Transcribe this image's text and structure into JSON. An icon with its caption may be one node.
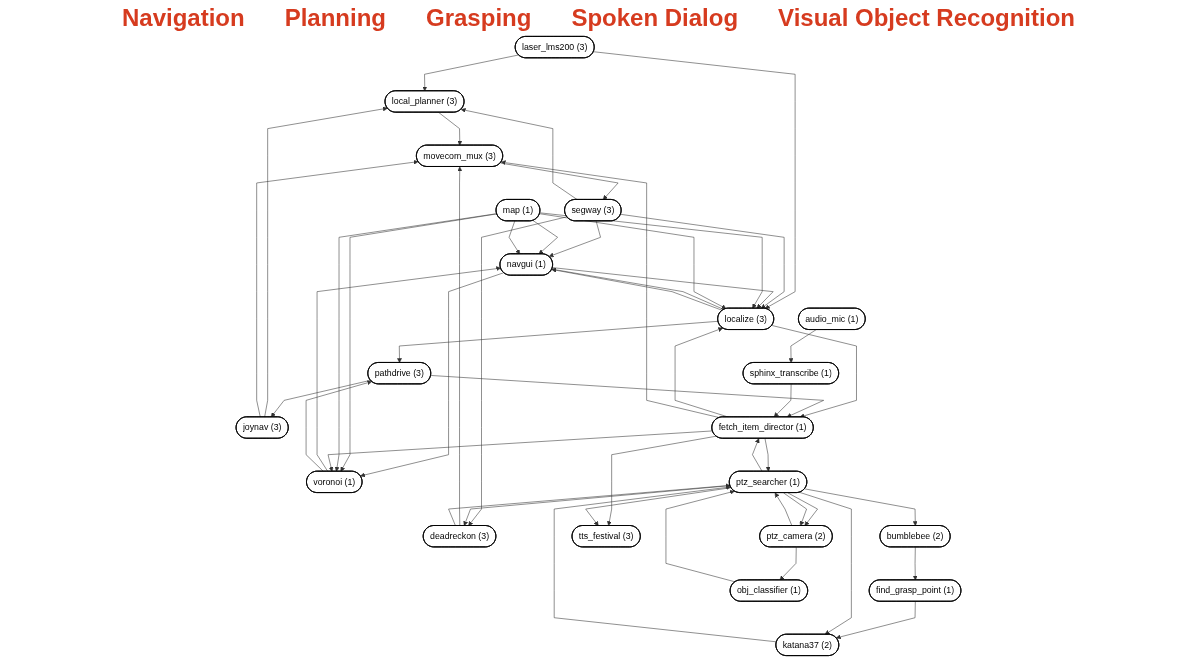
{
  "diagram": {
    "nodes": [
      {
        "text": [
          "laser_lms200 (3)"
        ]
      },
      {
        "text": [
          "local_planner (3)"
        ]
      },
      {
        "text": [
          "joynav (3)"
        ]
      },
      {
        "text": [
          "navgui (1)"
        ]
      },
      {
        "text": [
          "segway (3)"
        ]
      },
      {
        "text": [
          "movecom_mux (3)"
        ]
      },
      {
        "text": [
          "localize (3)"
        ]
      },
      {
        "text": [
          "map (1)"
        ]
      },
      {
        "text": [
          "pathdrive (3)"
        ]
      },
      {
        "text": [
          "deadreckon (3)"
        ]
      },
      {
        "text": [
          "bumblebee (2)"
        ]
      },
      {
        "text": [
          "voronoi (1)"
        ]
      },
      {
        "text": [
          "fetch_item_director (1)"
        ]
      },
      {
        "text": [
          "ptz_searcher (1)"
        ]
      },
      {
        "text": [
          "find_grasp_point (1)"
        ]
      },
      {
        "text": [
          "sphinx_transcribe (1)"
        ]
      },
      {
        "text": [
          "katana37 (2)"
        ]
      },
      {
        "text": [
          "tts_festival (3)"
        ]
      },
      {
        "text": [
          "obj_classifier (1)"
        ]
      },
      {
        "text": [
          "audio_mic (1)"
        ]
      },
      {
        "text": [
          "ptz_camera (2)"
        ]
      }
    ],
    "edges": [
      {
        "from": 0,
        "to": 1,
        "arrow": "to"
      },
      {
        "from": 0,
        "to": 6,
        "arrow": "to"
      },
      {
        "from": 2,
        "to": 1,
        "arrow": "to"
      },
      {
        "from": 4,
        "to": 1,
        "arrow": "to"
      },
      {
        "from": 2,
        "to": 5,
        "arrow": "to"
      },
      {
        "from": 1,
        "to": 5,
        "arrow": "to"
      },
      {
        "from": 5,
        "to": 4,
        "arrow": "to"
      },
      {
        "from": 4,
        "to": 3,
        "arrow": "to"
      },
      {
        "from": 4,
        "to": 6,
        "arrow": "to"
      },
      {
        "from": 4,
        "to": 9,
        "arrow": "to"
      },
      {
        "from": 3,
        "to": 6,
        "arrow": "to"
      },
      {
        "from": 6,
        "to": 3,
        "arrow": "to"
      },
      {
        "from": 6,
        "to": 3,
        "arrow": "to"
      },
      {
        "from": 3,
        "to": 11,
        "arrow": "to"
      },
      {
        "from": 11,
        "to": 3,
        "arrow": "to"
      },
      {
        "from": 7,
        "to": 3,
        "arrow": "to"
      },
      {
        "from": 7,
        "to": 3,
        "arrow": "to"
      },
      {
        "from": 7,
        "to": 6,
        "arrow": "to"
      },
      {
        "from": 7,
        "to": 6,
        "arrow": "to"
      },
      {
        "from": 7,
        "to": 11,
        "arrow": "to"
      },
      {
        "from": 7,
        "to": 11,
        "arrow": "to"
      },
      {
        "from": 6,
        "to": 8,
        "arrow": "to"
      },
      {
        "from": 6,
        "to": 12,
        "arrow": "to"
      },
      {
        "from": 12,
        "to": 6,
        "arrow": "to"
      },
      {
        "from": 11,
        "to": 8,
        "arrow": "to"
      },
      {
        "from": 8,
        "to": 2,
        "arrow": "to"
      },
      {
        "from": 8,
        "to": 12,
        "arrow": "to"
      },
      {
        "from": 12,
        "to": 11,
        "arrow": "to"
      },
      {
        "from": 12,
        "to": 5,
        "arrow": "to"
      },
      {
        "from": 9,
        "to": 5,
        "arrow": "to"
      },
      {
        "from": 9,
        "to": 13,
        "arrow": "to"
      },
      {
        "from": 13,
        "to": 9,
        "arrow": "to"
      },
      {
        "from": 12,
        "to": 13,
        "arrow": "to"
      },
      {
        "from": 13,
        "to": 12,
        "arrow": "to"
      },
      {
        "from": 12,
        "to": 17,
        "arrow": "to"
      },
      {
        "from": 13,
        "to": 17,
        "arrow": "to"
      },
      {
        "from": 13,
        "to": 10,
        "arrow": "to"
      },
      {
        "from": 10,
        "to": 14,
        "arrow": "to"
      },
      {
        "from": 14,
        "to": 16,
        "arrow": "to"
      },
      {
        "from": 13,
        "to": 16,
        "arrow": "to"
      },
      {
        "from": 16,
        "to": 13,
        "arrow": "to"
      },
      {
        "from": 13,
        "to": 20,
        "arrow": "to"
      },
      {
        "from": 13,
        "to": 20,
        "arrow": "to"
      },
      {
        "from": 20,
        "to": 13,
        "arrow": "to"
      },
      {
        "from": 20,
        "to": 18,
        "arrow": "to"
      },
      {
        "from": 18,
        "to": 13,
        "arrow": "to"
      },
      {
        "from": 15,
        "to": 12,
        "arrow": "to"
      },
      {
        "from": 19,
        "to": 15,
        "arrow": "to"
      }
    ],
    "labels": [
      "Navigation",
      "Planning",
      "Grasping",
      "Spoken Dialog",
      "Visual Object Recognition"
    ]
  }
}
